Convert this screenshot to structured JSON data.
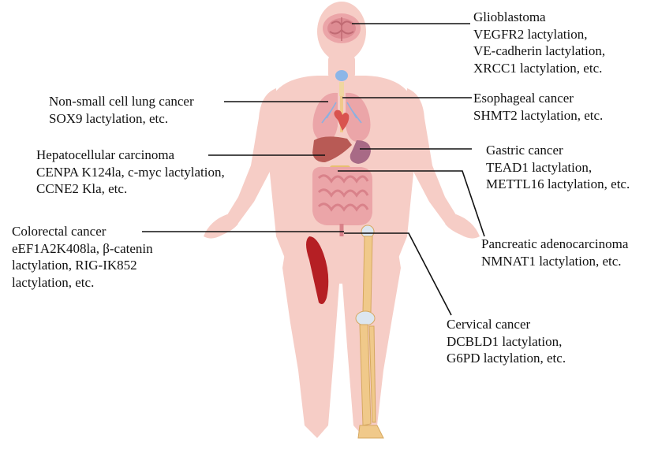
{
  "annotations": [
    {
      "id": "glioblastoma",
      "title": "Glioblastoma",
      "lines": [
        "VEGFR2 lactylation,",
        "VE-cadherin lactylation,",
        "XRCC1 lactylation, etc."
      ]
    },
    {
      "id": "nsclc",
      "title": "Non-small cell lung cancer",
      "lines": [
        "SOX9 lactylation, etc."
      ]
    },
    {
      "id": "esophageal",
      "title": "Esophageal cancer",
      "lines": [
        "SHMT2 lactylation, etc."
      ]
    },
    {
      "id": "hcc",
      "title": "Hepatocellular carcinoma",
      "lines": [
        "CENPA K124la, c-myc lactylation,",
        "CCNE2 Kla, etc."
      ]
    },
    {
      "id": "gastric",
      "title": "Gastric cancer",
      "lines": [
        "TEAD1 lactylation,",
        "METTL16 lactylation, etc."
      ]
    },
    {
      "id": "colorectal",
      "title": "Colorectal cancer",
      "lines": [
        "eEF1A2K408la, β-catenin",
        "lactylation, RIG-IK852",
        "lactylation, etc."
      ]
    },
    {
      "id": "pancreatic",
      "title": "Pancreatic adenocarcinoma",
      "lines": [
        "NMNAT1 lactylation, etc."
      ]
    },
    {
      "id": "cervical",
      "title": "Cervical cancer",
      "lines": [
        "DCBLD1 lactylation,",
        "G6PD lactylation, etc."
      ]
    }
  ],
  "colors": {
    "body": "#f6cdc6",
    "organ_dark": "#d9828a",
    "organ_light": "#eba5a8",
    "liver": "#b85a55",
    "bone": "#f0c98a",
    "muscle": "#b51f24",
    "connector": "#111111",
    "text": "#111111"
  }
}
